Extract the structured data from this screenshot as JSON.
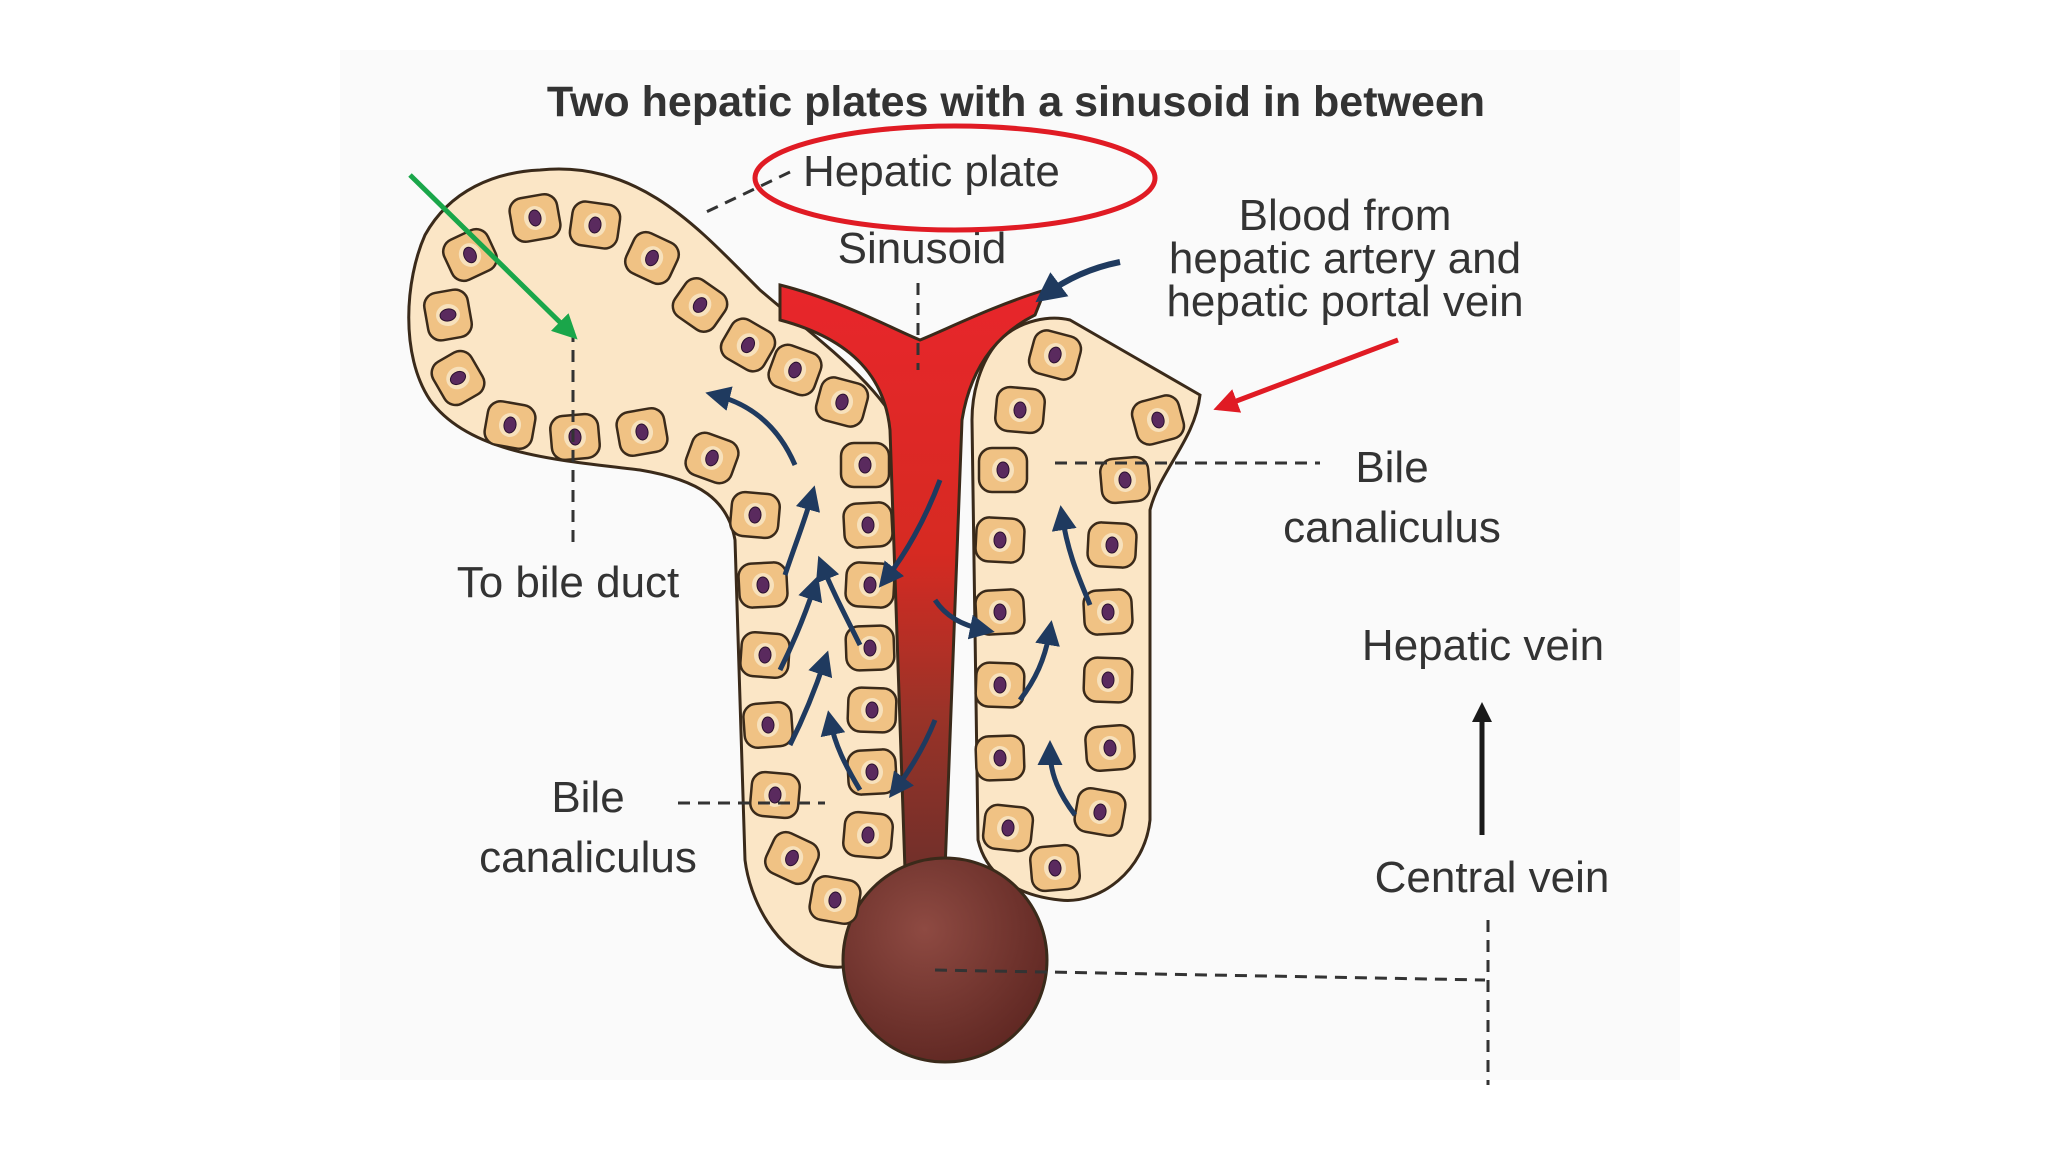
{
  "title": "Two hepatic plates with a sinusoid in between",
  "labels": {
    "hepatic_plate": "Hepatic plate",
    "sinusoid": "Sinusoid",
    "blood_line1": "Blood from",
    "blood_line2": "hepatic artery and",
    "blood_line3": "hepatic portal vein",
    "bile_right_line1": "Bile",
    "bile_right_line2": "canaliculus",
    "to_bile_duct": "To bile duct",
    "hepatic_vein": "Hepatic vein",
    "bile_left_line1": "Bile",
    "bile_left_line2": "canaliculus",
    "central_vein": "Central vein"
  },
  "annotations": {
    "highlight_ellipse_color": "#e01b24",
    "green_arrow_color": "#1aa64a",
    "red_arrow_color": "#e01b24"
  },
  "colors": {
    "plate_fill": "#fbe6c6",
    "cell_fill": "#f0c284",
    "nucleus": "#5a2a5e",
    "sinusoid_blood": "#e8262b",
    "central_vein": "#7e3b34",
    "flow_arrows": "#1f3a5f"
  }
}
